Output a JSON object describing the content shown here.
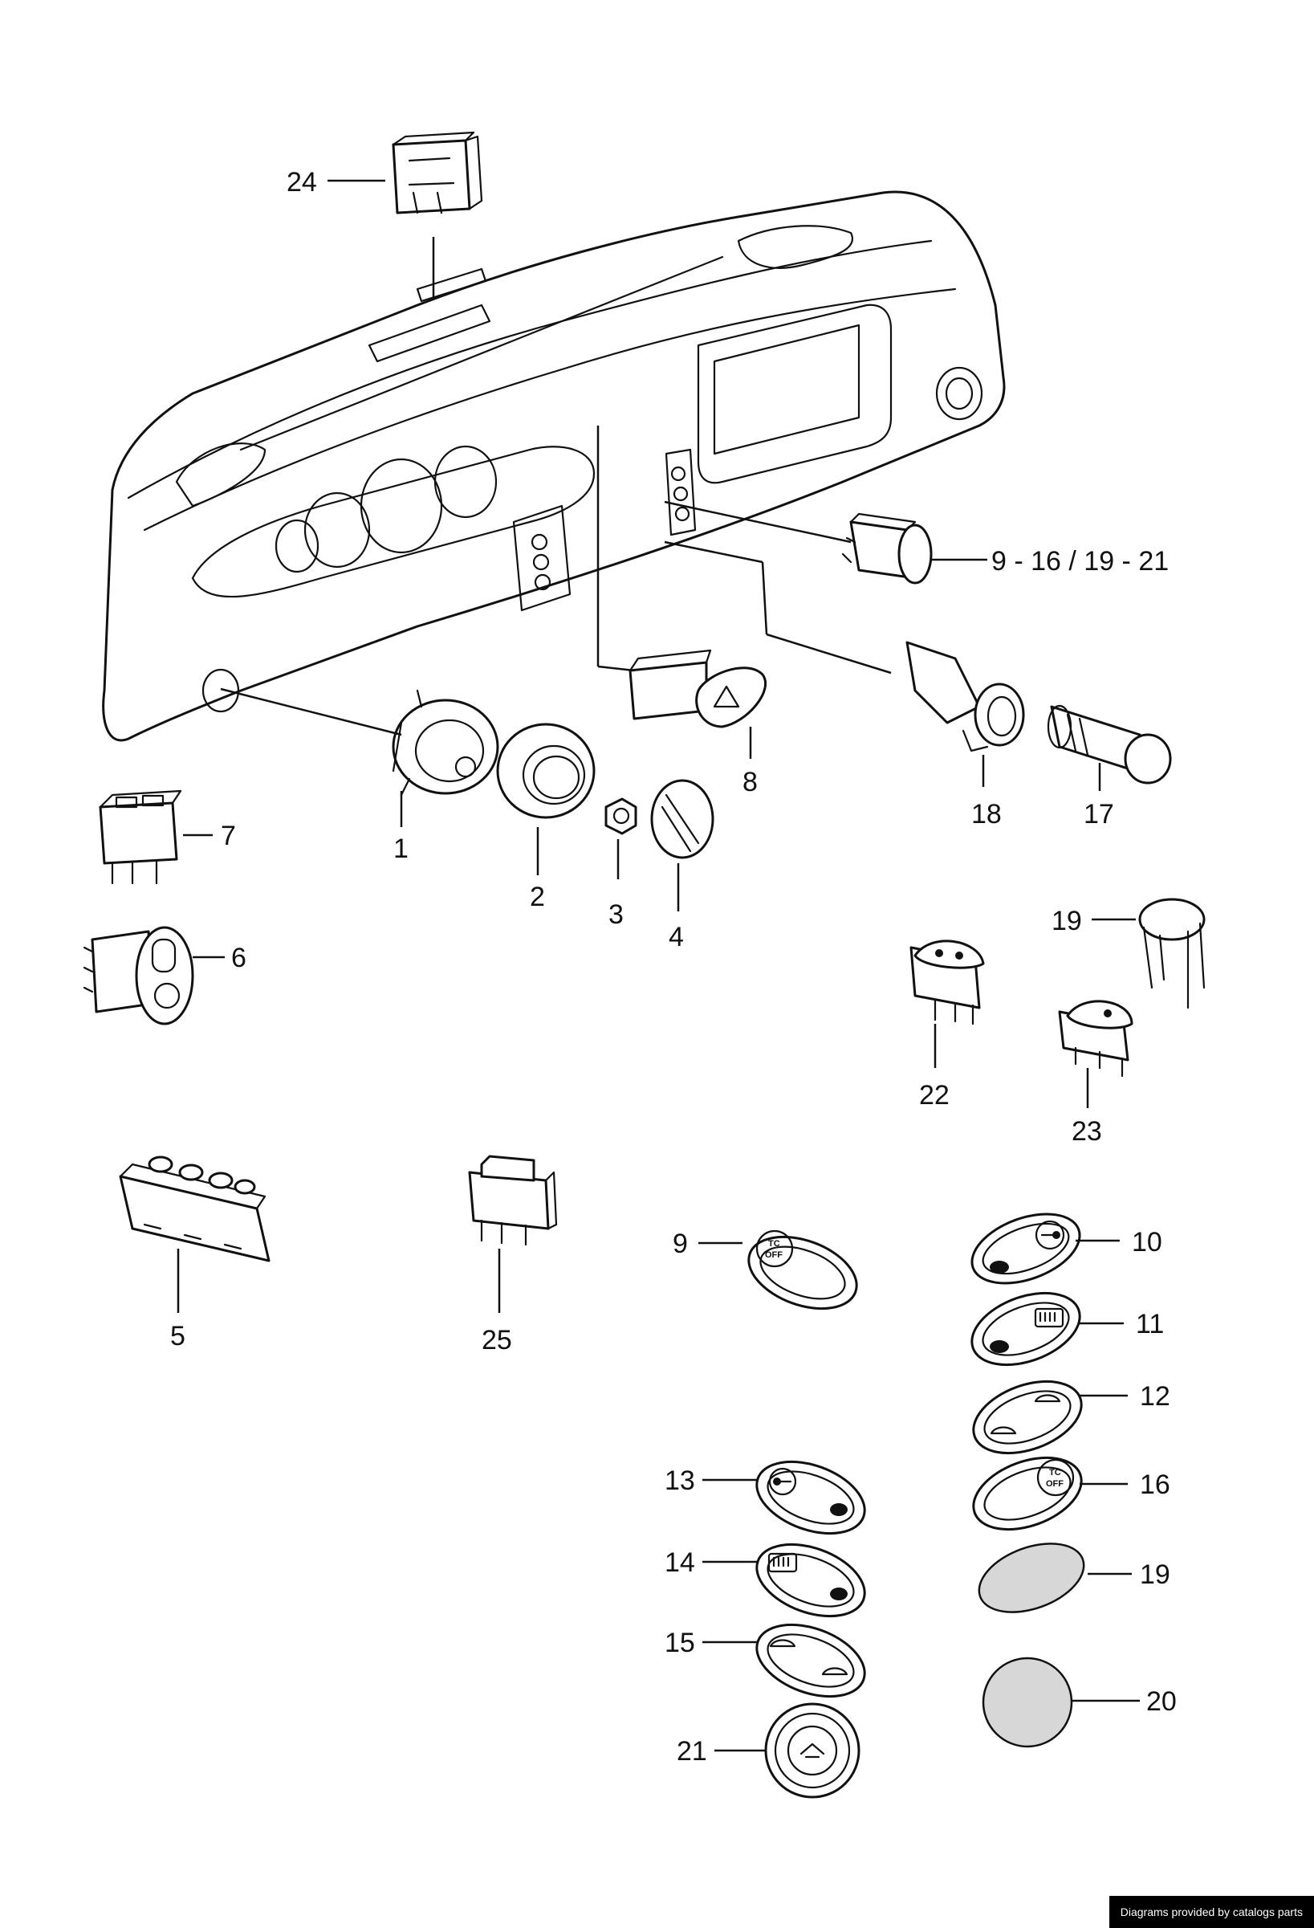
{
  "footer": {
    "credit": "Diagrams provided by catalogs parts"
  },
  "callouts": {
    "c1": "1",
    "c2": "2",
    "c3": "3",
    "c4": "4",
    "c5": "5",
    "c6": "6",
    "c7": "7",
    "c8": "8",
    "c9_range": "9 - 16 / 19 - 21",
    "c9": "9",
    "c10": "10",
    "c11": "11",
    "c12": "12",
    "c13": "13",
    "c14": "14",
    "c15": "15",
    "c16": "16",
    "c17": "17",
    "c18": "18",
    "c19_top": "19",
    "c19": "19",
    "c20": "20",
    "c21": "21",
    "c22": "22",
    "c23": "23",
    "c24": "24",
    "c25": "25"
  },
  "button_marks": {
    "tc_top": "TC",
    "tc_bottom": "OFF"
  }
}
